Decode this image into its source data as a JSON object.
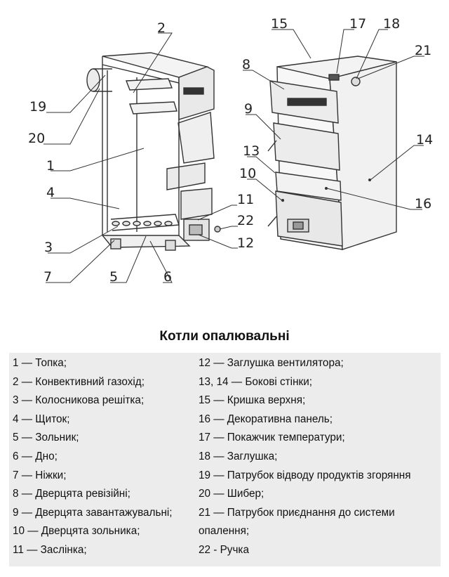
{
  "diagram": {
    "labels": [
      "1",
      "2",
      "3",
      "4",
      "5",
      "6",
      "7",
      "8",
      "9",
      "10",
      "11",
      "12",
      "13",
      "14",
      "15",
      "16",
      "17",
      "18",
      "19",
      "20",
      "21",
      "22"
    ]
  },
  "legend": {
    "title": "Котли опалювальні",
    "left_items": [
      "1 — Топка;",
      "2 — Конвективний газохід;",
      "3 — Колосникова решітка;",
      "4 — Щиток;",
      "5 — Зольник;",
      "6 — Дно;",
      "7 — Ніжки;",
      "8 — Дверцята ревізійні;",
      "9 — Дверцята завантажувальні;",
      "10 — Дверцята зольника;",
      "11 — Заслінка;"
    ],
    "right_items": [
      "12 — Заглушка вентилятора;",
      "13, 14 — Бокові стінки;",
      "15 — Кришка верхня;",
      "16 — Декоративна панель;",
      "17 — Покажчик температури;",
      "18 — Заглушка;",
      "19 —  Патрубок відводу продуктів згоряння",
      "20 — Шибер;",
      "21 —  Патрубок приєднання до системи",
      "опалення;",
      "22 - Ручка"
    ]
  }
}
